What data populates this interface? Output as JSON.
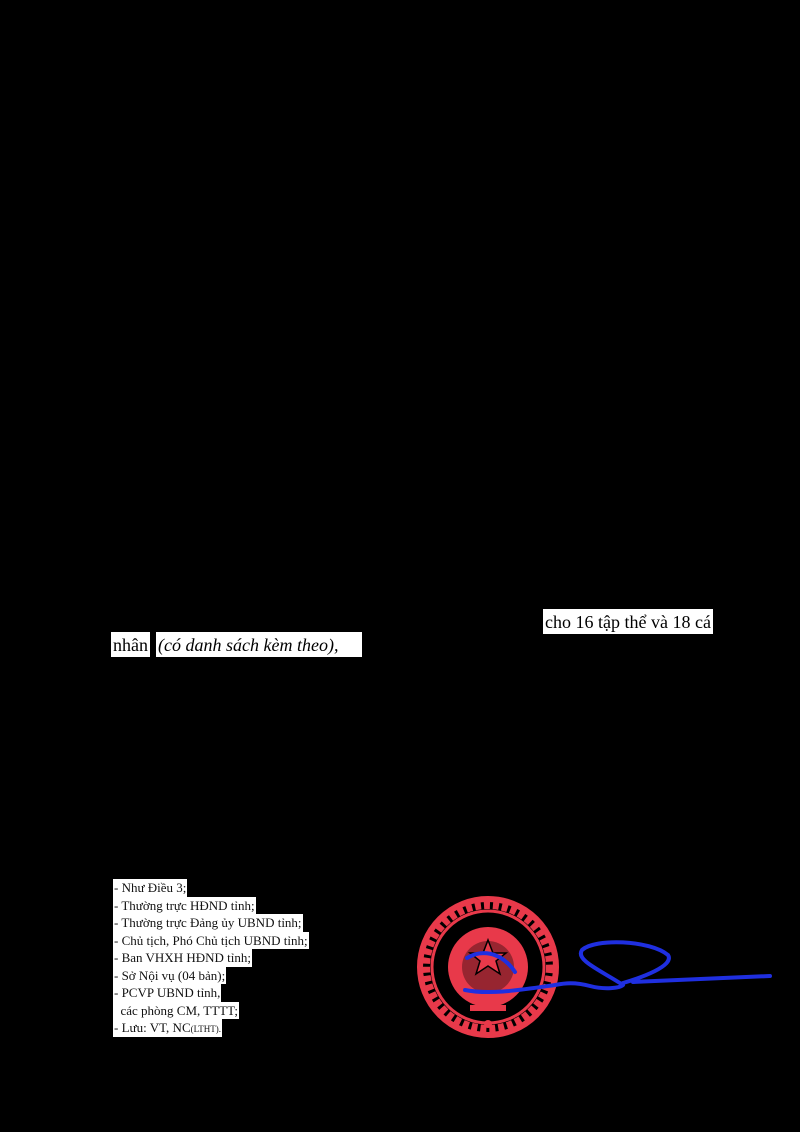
{
  "body_fragment": {
    "line1_tail": "cho 16 tập thể và 18 cá",
    "line2_head": "nhân",
    "line2_italic": "(có danh sách kèm theo),"
  },
  "recipients": [
    "- Như Điều 3;",
    "- Thường trực HĐND tỉnh;",
    "- Thường trực Đảng ủy UBND tỉnh;",
    "- Chủ tịch, Phó Chủ tịch UBND tỉnh;",
    "- Ban VHXH HĐND tỉnh;",
    "- Sở Nội vụ (04 bản);",
    "- PCVP UBND tỉnh,",
    "  các phòng CM, TTTT;"
  ],
  "archive": {
    "label": "- Lưu: VT, NC",
    "suffix": "(LTHT)."
  },
  "colors": {
    "seal": "#e8394a",
    "signature": "#1f2fe0",
    "background": "#000000"
  }
}
